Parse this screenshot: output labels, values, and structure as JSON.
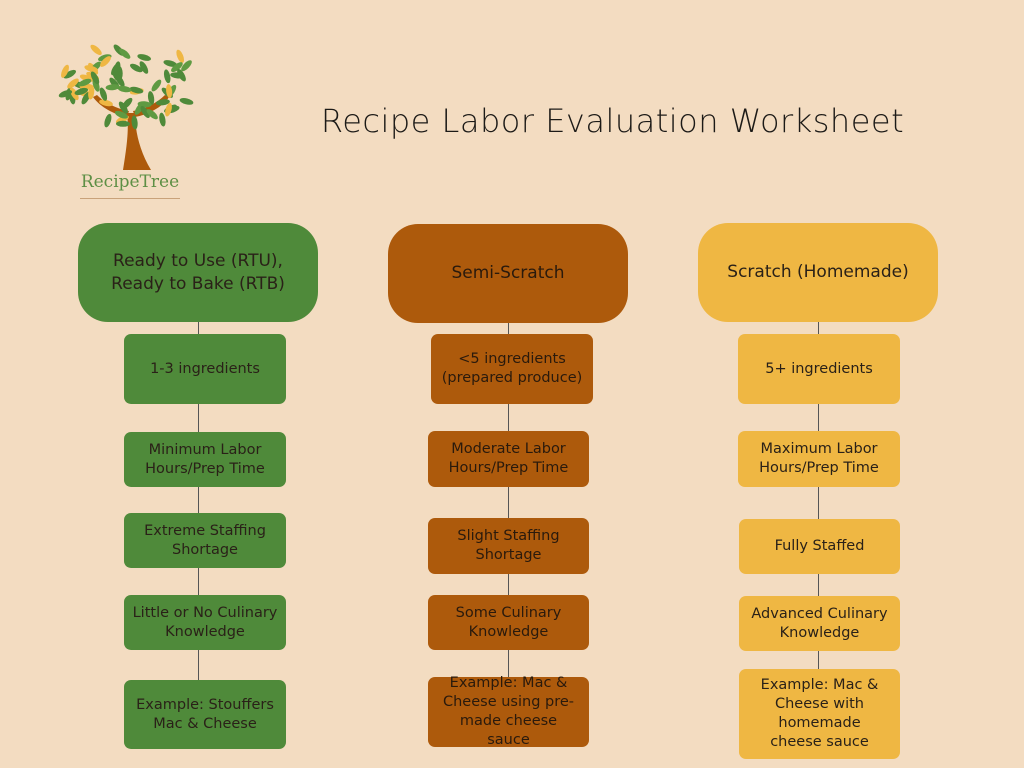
{
  "title": "Recipe Labor Evaluation Worksheet",
  "logo": {
    "text": "RecipeTree",
    "icon": "tree-with-hands-icon"
  },
  "colors": {
    "background": "#f3dcc1",
    "green": "#4f8a3a",
    "brown": "#ad5a0c",
    "yellow": "#efb743"
  },
  "columns": [
    {
      "header": "Ready to Use (RTU), Ready to Bake (RTB)",
      "color": "#4f8a3a",
      "items": [
        "1-3 ingredients",
        "Minimum Labor Hours/Prep Time",
        "Extreme Staffing Shortage",
        "Little or No Culinary Knowledge",
        "Example: Stouffers Mac & Cheese"
      ]
    },
    {
      "header": "Semi-Scratch",
      "color": "#ad5a0c",
      "items": [
        "<5 ingredients (prepared produce)",
        "Moderate Labor Hours/Prep Time",
        "Slight Staffing Shortage",
        "Some Culinary Knowledge",
        "Example: Mac & Cheese using pre-made cheese sauce"
      ]
    },
    {
      "header": "Scratch (Homemade)",
      "color": "#efb743",
      "items": [
        "5+ ingredients",
        "Maximum Labor Hours/Prep Time",
        "Fully Staffed",
        "Advanced Culinary Knowledge",
        "Example: Mac & Cheese with homemade cheese sauce"
      ]
    }
  ]
}
